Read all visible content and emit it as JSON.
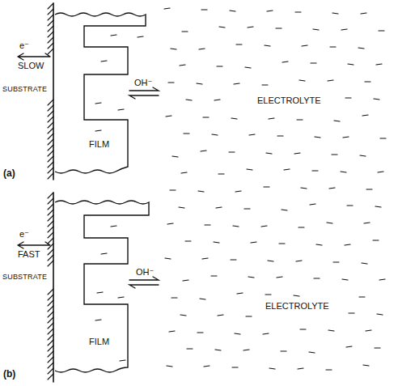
{
  "diagram": {
    "nodes": [
      {
        "text": [
          "FILM"
        ]
      },
      {
        "text": [
          "FILM"
        ]
      }
    ],
    "labels": [
      "SUBSTRATE",
      "e⁻",
      "SLOW",
      "OH⁻",
      "ELECTROLYTE",
      "(a)",
      "SUBSTRATE",
      "e⁻",
      "FAST",
      "OH⁻",
      "ELECTROLYTE",
      "(b)"
    ]
  }
}
